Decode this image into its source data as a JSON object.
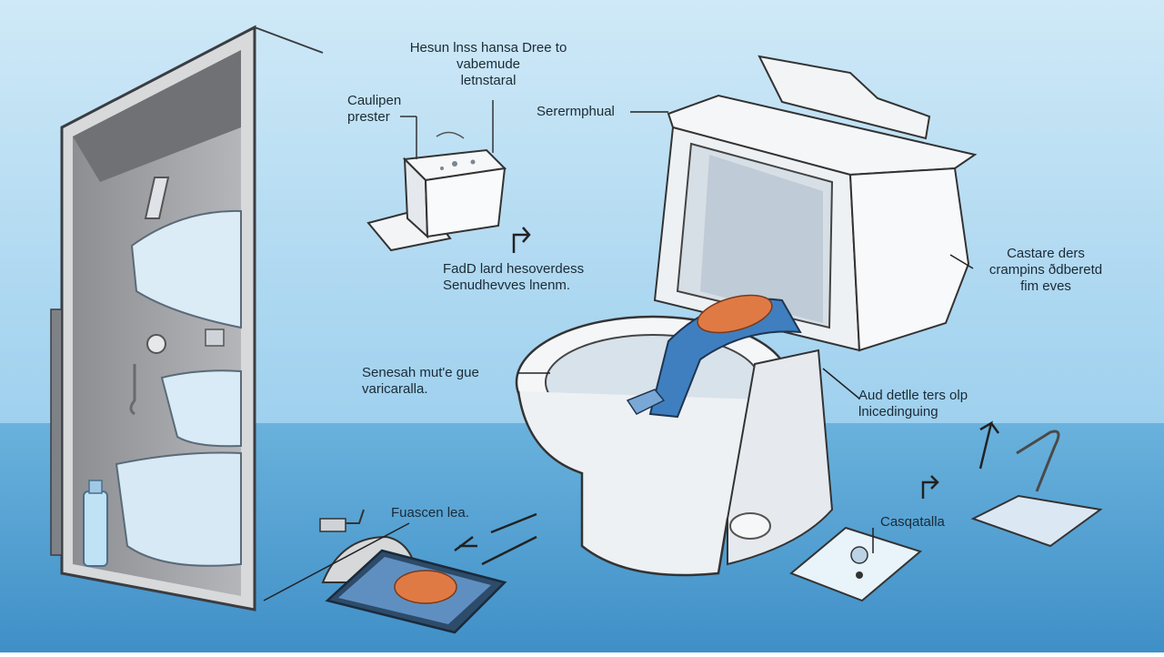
{
  "labels": {
    "top_center": [
      "Hesun lnss hansa Dree to",
      "vabemude",
      "letnstaral"
    ],
    "cauliper": [
      "Caulipen",
      "prester"
    ],
    "sereemphual": "Serermphual",
    "fad_board": [
      "FadD lard hesoverdess",
      "Senudhevves lnenm."
    ],
    "castare": [
      "Castare ders",
      "crampins ðdberetd",
      "fim eves"
    ],
    "sensesah": [
      "Senesah mut'e gue",
      "varicaralla."
    ],
    "aud_detlle": [
      "Aud detlle ters olp",
      "lnicedinguing"
    ],
    "fuascen": "Fuascen lea.",
    "casqatalla": "Casqatalla"
  },
  "colors": {
    "sky_top": "#c9e6f6",
    "sky_bottom": "#9fd1ee",
    "floor": "#5aa5d6",
    "porcelain": "#f4f6f8",
    "shadow": "#b9c6d2",
    "accent_orange": "#e07a45",
    "accent_blue": "#3f7fc0",
    "outline": "#2a3a48"
  }
}
